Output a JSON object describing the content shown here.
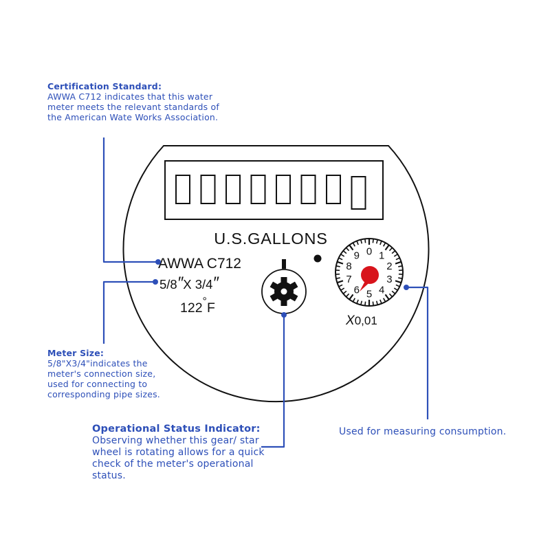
{
  "meter": {
    "unit_label": "U.S.GALLONS",
    "standard_label": "AWWA C712",
    "size_label_part1": "5/8",
    "size_label_part2": "X 3/4",
    "temp_label": "122",
    "temp_unit": "F",
    "dial_numbers": [
      "0",
      "1",
      "2",
      "3",
      "4",
      "5",
      "6",
      "7",
      "8",
      "9"
    ],
    "dial_multiplier_x": "X",
    "dial_multiplier_value": "0,01",
    "register_digit_count": 8
  },
  "callouts": {
    "certification": {
      "title": "Certification Standard:",
      "body": "AWWA C712 indicates that this water meter meets the relevant standards of the American Wate Works Association."
    },
    "meter_size": {
      "title": "Meter Size:",
      "body": "5/8\"X3/4\"indicates the meter's connection size, used for connecting to corresponding pipe sizes."
    },
    "status": {
      "title": "Operational Status Indicator:",
      "body": "Observing whether this gear/ star wheel is rotating allows for a quick check of the meter's operational status."
    },
    "consumption": {
      "body": "Used for measuring consumption."
    }
  },
  "colors": {
    "accent_blue": "#2d4fb8",
    "needle_red": "#d8141c",
    "outline": "#111111"
  },
  "icons": {
    "star_wheel": "gear-icon",
    "dial_needle": "pointer-icon"
  }
}
